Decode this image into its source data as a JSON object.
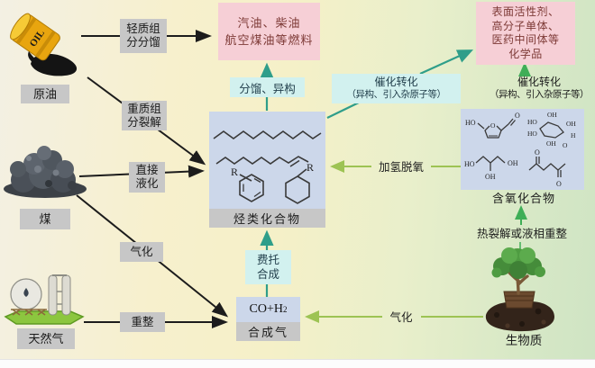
{
  "sources": {
    "crude_oil": "原油",
    "coal": "煤",
    "natural_gas": "天然气",
    "biomass": "生物质",
    "oil_barrel_text": "OIL"
  },
  "products": {
    "fuels": {
      "line1": "汽油、柴油",
      "line2": "航空煤油等燃料"
    },
    "chemicals": {
      "line1": "表面活性剂、",
      "line2": "高分子单体、",
      "line3": "医药中间体等",
      "line4": "化学品"
    },
    "hydrocarbons_label": "烃类化合物",
    "oxygenates_label": "含氧化合物",
    "syngas_formula_main": "CO+H",
    "syngas_formula_sub": "2",
    "syngas_label": "合成气"
  },
  "processes": {
    "light_fractionation": {
      "line1": "轻质组",
      "line2": "分分馏"
    },
    "heavy_cracking": {
      "line1": "重质组",
      "line2": "分裂解"
    },
    "direct_liquefaction": {
      "line1": "直接",
      "line2": "液化"
    },
    "coal_gasification": "气化",
    "reforming": "重整",
    "fractionation_isomerization": "分馏、异构",
    "catalytic_conversion_left": {
      "line1": "催化转化",
      "line2": "（异构、引入杂原子等）"
    },
    "catalytic_conversion_right": {
      "line1": "催化转化",
      "line2": "（异构、引入杂原子等）"
    },
    "fischer_tropsch": {
      "line1": "费托",
      "line2": "合成"
    },
    "hydrodeoxygenation": "加氢脱氧",
    "pyrolysis_or_aqueous_reforming": "热裂解或液相重整",
    "biomass_gasification": "气化"
  },
  "chem": {
    "atoms": {
      "r": "R",
      "ho": "HO",
      "oh": "OH",
      "o": "O",
      "h": "H"
    }
  },
  "colors": {
    "gray_box": "#c7c7c7",
    "pink_box": "#f6cfd6",
    "cyan_box": "#d2f1ef",
    "blue_box": "#ccd7ea",
    "black_arrow": "#1c1c1c",
    "teal_arrow": "#2f9e8a",
    "green_arrow": "#3fae57",
    "light_green_arrow": "#9dc353"
  }
}
